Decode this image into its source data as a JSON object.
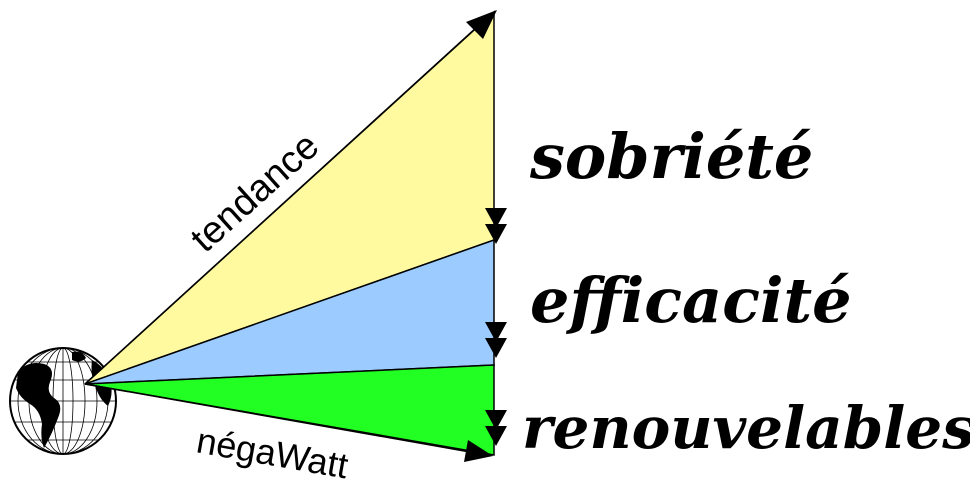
{
  "labels": {
    "trend": "tendance",
    "negawatt": "négaWatt",
    "sobriety": "sobriété",
    "efficiency": "efficacité",
    "renewables": "renouvelables"
  },
  "colors": {
    "sobriety_fill": "#fffaa0",
    "efficiency_fill": "#9ccbff",
    "renewables_fill": "#22ff22",
    "outline": "#000000"
  },
  "icons": {
    "globe": "globe-icon"
  }
}
